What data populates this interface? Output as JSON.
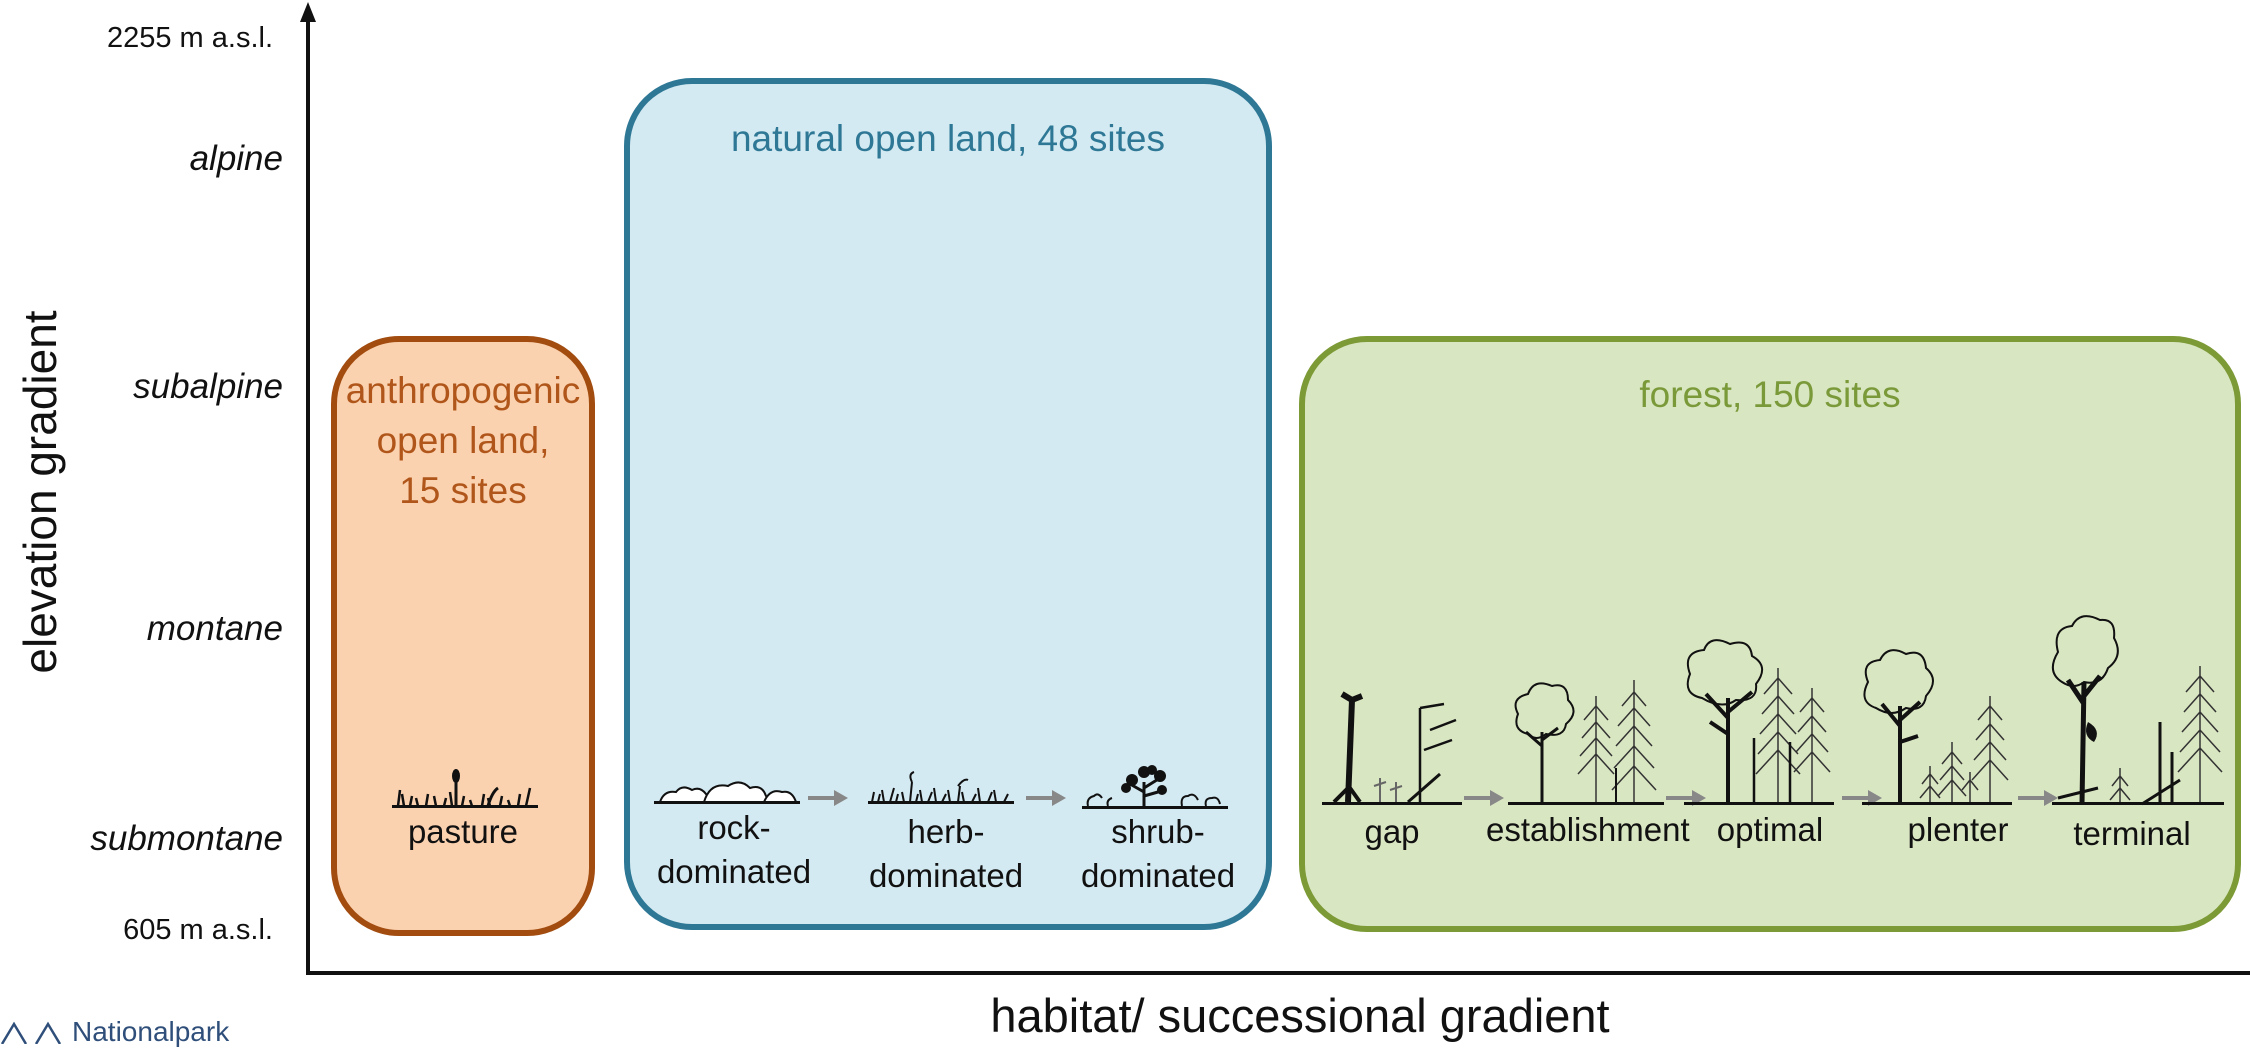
{
  "axes": {
    "y_label": "elevation gradient",
    "x_label": "habitat/ successional gradient",
    "y_top_value": "2255 m a.s.l.",
    "y_bottom_value": "605 m a.s.l.",
    "elevation_zones": [
      "alpine",
      "subalpine",
      "montane",
      "submontane"
    ]
  },
  "groups": {
    "anthropogenic": {
      "title_line1": "anthropogenic",
      "title_line2": "open land,",
      "title_line3": "15 sites",
      "stages": [
        "pasture"
      ],
      "fill": "#fbd2b0",
      "border": "#a24c10",
      "title_color": "#b0561a"
    },
    "natural": {
      "title": "natural open land, 48 sites",
      "stages": [
        {
          "line1": "rock-",
          "line2": "dominated"
        },
        {
          "line1": "herb-",
          "line2": "dominated"
        },
        {
          "line1": "shrub-",
          "line2": "dominated"
        }
      ],
      "fill": "#d4eaf2",
      "border": "#2e7896",
      "title_color": "#2e7896"
    },
    "forest": {
      "title": "forest, 150 sites",
      "stages": [
        "gap",
        "establishment",
        "optimal",
        "plenter",
        "terminal"
      ],
      "fill": "#d9e6c2",
      "border": "#7c9a36",
      "title_color": "#7a9a3a"
    }
  },
  "logo": {
    "text": "Nationalpark"
  }
}
